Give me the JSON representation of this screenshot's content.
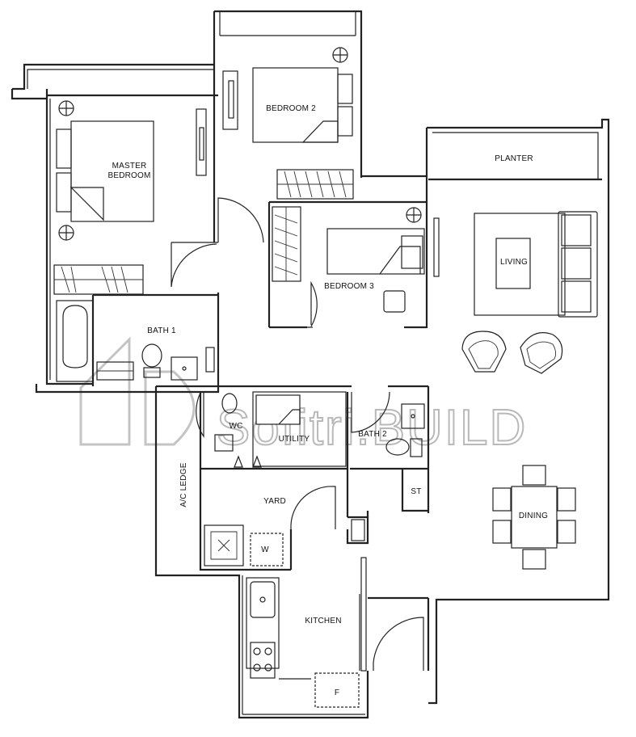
{
  "rooms": {
    "planter": "PLANTER",
    "bedroom2": "BEDROOM 2",
    "master_line1": "MASTER",
    "master_line2": "BEDROOM",
    "living": "LIVING",
    "bedroom3": "BEDROOM 3",
    "bath1": "BATH 1",
    "wc": "WC",
    "utility": "UTILITY",
    "bath2": "BATH 2",
    "ac_ledge": "A/C LEDGE",
    "yard": "YARD",
    "st": "ST",
    "dining": "DINING",
    "kitchen": "KITCHEN",
    "washer": "W",
    "fridge": "F"
  },
  "watermark": {
    "text": "Sofitri.BUILD"
  }
}
